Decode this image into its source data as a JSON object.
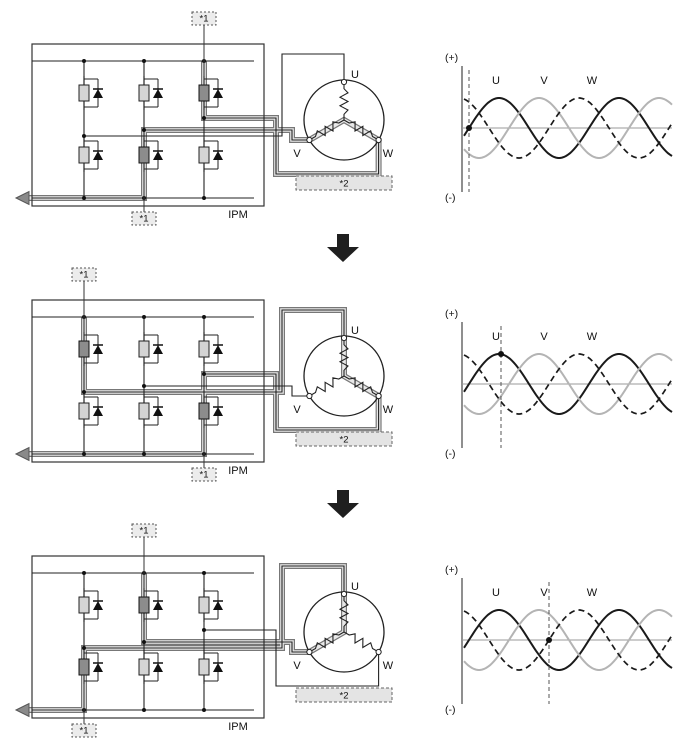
{
  "wave": {
    "geometry": {
      "x_start": 20,
      "x_end": 228,
      "baseline": 84,
      "amplitude": 30,
      "period": 120,
      "step": 2
    },
    "series": [
      {
        "name": "U",
        "x0": 25,
        "color": "#1a1a1a",
        "width": 2,
        "dash": ""
      },
      {
        "name": "V",
        "x0": 65,
        "color": "#b4b4b4",
        "width": 2,
        "dash": ""
      },
      {
        "name": "W",
        "x0": 105,
        "color": "#1a1a1a",
        "width": 1.7,
        "dash": "6 4"
      }
    ]
  },
  "stages": [
    {
      "ipm": "IPM",
      "note1": "*1",
      "note2": "*2",
      "terminals": {
        "u": "U",
        "v": "V",
        "w": "W"
      },
      "wave": {
        "plus": "(+)",
        "minus": "(-)",
        "labels": {
          "u": "U",
          "v": "V",
          "w": "W"
        },
        "cursor_x": 25,
        "dot_x": 25,
        "dot_y": 84
      }
    },
    {
      "ipm": "IPM",
      "note1": "*1",
      "note2": "*2",
      "terminals": {
        "u": "U",
        "v": "V",
        "w": "W"
      },
      "wave": {
        "plus": "(+)",
        "minus": "(-)",
        "labels": {
          "u": "U",
          "v": "V",
          "w": "W"
        },
        "cursor_x": 57,
        "dot_x": 57,
        "dot_y": 54
      }
    },
    {
      "ipm": "IPM",
      "note1": "*1",
      "note2": "*2",
      "terminals": {
        "u": "U",
        "v": "V",
        "w": "W"
      },
      "wave": {
        "plus": "(+)",
        "minus": "(-)",
        "labels": {
          "u": "U",
          "v": "V",
          "w": "W"
        },
        "cursor_x": 105,
        "dot_x": 105,
        "dot_y": 84
      }
    }
  ]
}
